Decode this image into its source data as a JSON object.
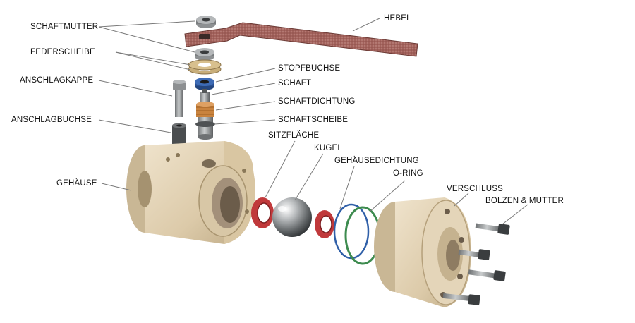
{
  "labels": {
    "schaftmutter": "SCHAFTMUTTER",
    "federscheibe": "FEDERSCHEIBE",
    "anschlagkappe": "ANSCHLAGKAPPE",
    "anschlagbuchse": "ANSCHLAGBUCHSE",
    "gehaeuse": "GEHÄUSE",
    "hebel": "HEBEL",
    "stopfbuchse": "STOPFBUCHSE",
    "schaft": "SCHAFT",
    "schaftdichtung": "SCHAFTDICHTUNG",
    "schaftscheibe": "SCHAFTSCHEIBE",
    "sitzflaeche": "SITZFLÄCHE",
    "kugel": "KUGEL",
    "gehaeusedichtung": "GEHÄUSEDICHTUNG",
    "oring": "O-RING",
    "verschluss": "VERSCHLUSS",
    "bolzen_mutter": "BOLZEN & MUTTER"
  },
  "colors": {
    "body": "#e2d3b8",
    "body_shade": "#c9b795",
    "handle": "#9c5a55",
    "seal_red": "#c0393b",
    "seal_blue": "#2f5fa8",
    "oring_green": "#3d8b4f",
    "steel": "#8f9294",
    "packing_orange": "#c9833e",
    "leader": "#7a7a7a"
  }
}
